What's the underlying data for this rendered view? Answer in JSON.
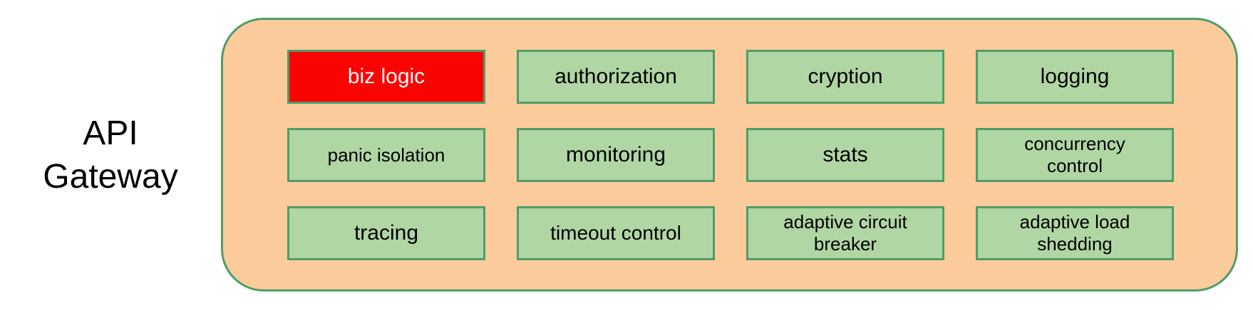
{
  "gateway_label": "API\nGateway",
  "colors": {
    "page_bg": "#FFFFFF",
    "container_bg": "#FBCB9B",
    "box_bg": "#B0D6A4",
    "border_green": "#4E9D68",
    "highlight_bg": "#FB0300",
    "highlight_text": "#FFFFFF",
    "text": "#000000"
  },
  "boxes": [
    {
      "label": "biz logic",
      "highlight": true
    },
    {
      "label": "authorization",
      "highlight": false
    },
    {
      "label": "cryption",
      "highlight": false
    },
    {
      "label": "logging",
      "highlight": false
    },
    {
      "label": "panic isolation",
      "highlight": false
    },
    {
      "label": "monitoring",
      "highlight": false
    },
    {
      "label": "stats",
      "highlight": false
    },
    {
      "label": "concurrency\ncontrol",
      "highlight": false
    },
    {
      "label": "tracing",
      "highlight": false
    },
    {
      "label": "timeout control",
      "highlight": false
    },
    {
      "label": "adaptive circuit\nbreaker",
      "highlight": false
    },
    {
      "label": "adaptive load\nshedding",
      "highlight": false
    }
  ]
}
